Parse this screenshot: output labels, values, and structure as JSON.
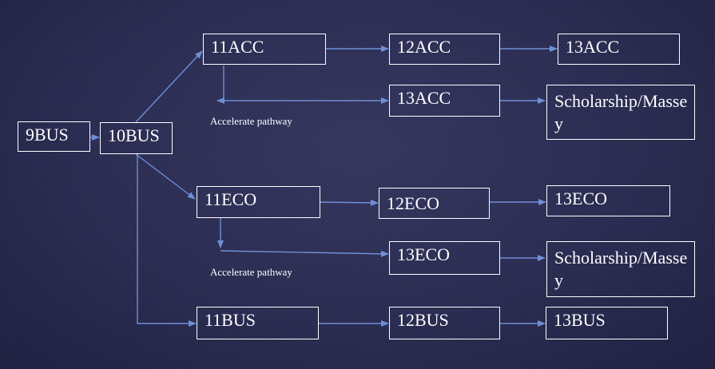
{
  "nodes": {
    "bus9": "9BUS",
    "bus10": "10BUS",
    "acc11": "11ACC",
    "acc12": "12ACC",
    "acc13_top": "13ACC",
    "acc13_accel": "13ACC",
    "acc_scholarship": "Scholarship/Massey",
    "eco11": "11ECO",
    "eco12": "12ECO",
    "eco13_top": "13ECO",
    "eco13_accel": "13ECO",
    "eco_scholarship": "Scholarship/Massey",
    "bus11": "11BUS",
    "bus12": "12BUS",
    "bus13": "13BUS"
  },
  "notes": {
    "acc_accelerate": "Accelerate pathway",
    "eco_accelerate": "Accelerate pathway"
  },
  "colors": {
    "background": "#2a2c52",
    "box_border": "#ffffff",
    "text": "#ffffff",
    "arrow": "#6e8fd6"
  }
}
